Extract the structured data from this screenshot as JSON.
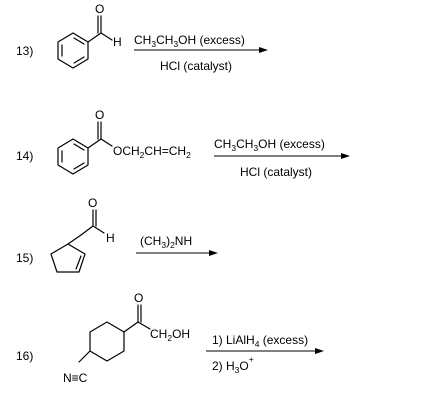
{
  "problems": [
    {
      "number": "13)",
      "substituent": "H",
      "reagent_line1": {
        "parts": [
          "CH",
          "3",
          "CH",
          "3",
          "OH (excess)"
        ]
      },
      "reagent_line2": "HCl (catalyst)"
    },
    {
      "number": "14)",
      "substituent": {
        "parts": [
          "OCH",
          "2",
          "CH=CH",
          "2",
          ""
        ]
      },
      "reagent_line1": {
        "parts": [
          "CH",
          "3",
          "CH",
          "3",
          "OH (excess)"
        ]
      },
      "reagent_line2": "HCl (catalyst)"
    },
    {
      "number": "15)",
      "substituent": "H",
      "reagent_line1": {
        "parts": [
          "(CH",
          "3",
          ")",
          "2",
          "NH"
        ]
      }
    },
    {
      "number": "16)",
      "substituent": {
        "parts": [
          "CH",
          "2",
          "OH",
          "",
          ""
        ]
      },
      "nitrile_label": "N≡C",
      "reagent_line1": {
        "parts": [
          "1) LiAlH",
          "4",
          " (excess)",
          "",
          ""
        ]
      },
      "reagent_line2": {
        "parts": [
          "2) H",
          "3",
          "O",
          "",
          ""
        ],
        "superscript": "+"
      }
    }
  ],
  "common": {
    "carbonyl_oxygen": "O"
  }
}
